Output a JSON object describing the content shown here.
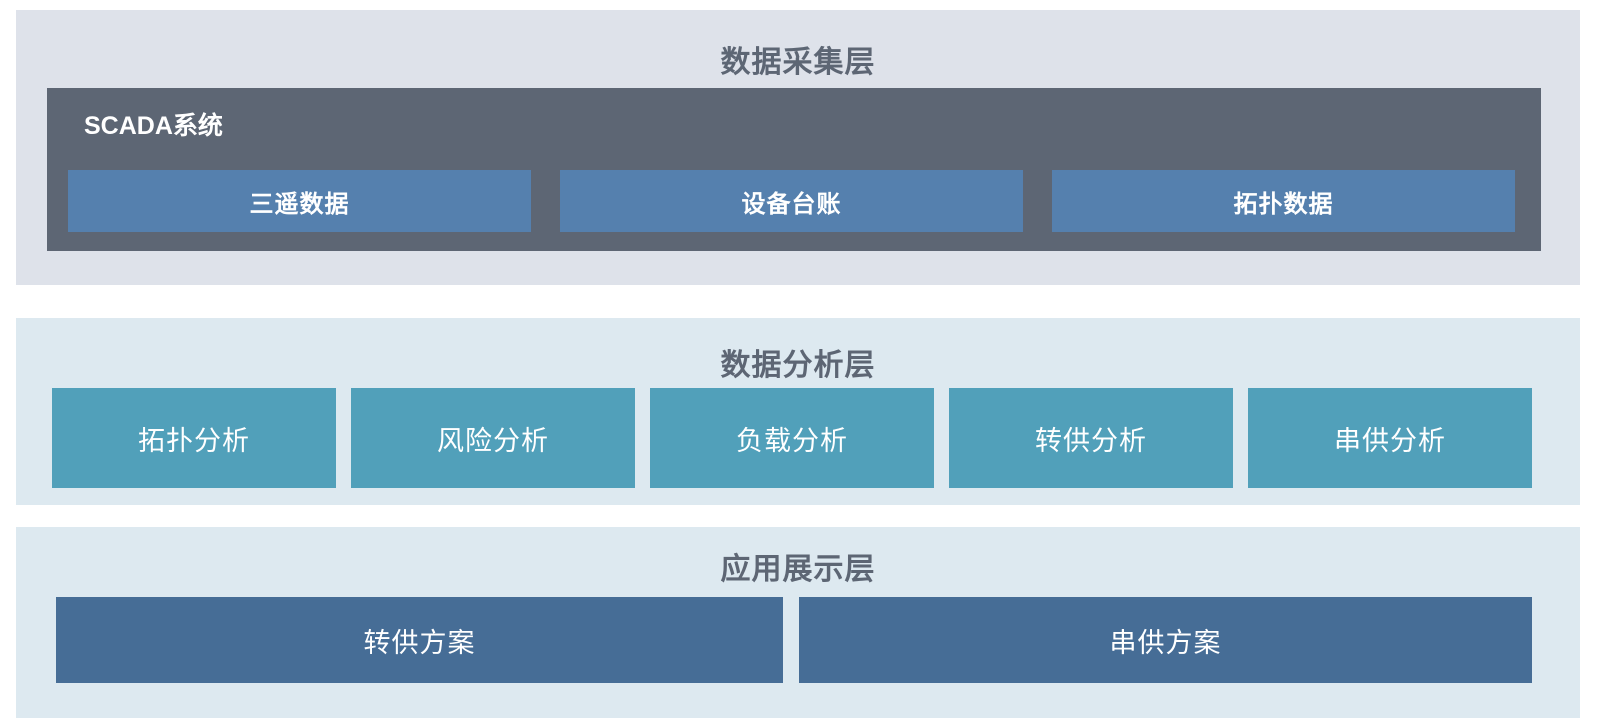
{
  "diagram": {
    "title_semantic": "power-grid-system-architecture",
    "colors": {
      "layer_acquisition_bg": "#dee2ea",
      "layer_analysis_bg": "#dde9f0",
      "layer_presentation_bg": "#dde9f0",
      "layer_title_text": "#5d6674",
      "scada_panel_bg": "#5d6674",
      "scada_box_bg": "#5580ae",
      "analysis_box_bg": "#51a0ba",
      "presentation_box_bg": "#466d96",
      "box_text": "#ffffff",
      "page_bg": "#ffffff"
    }
  },
  "layers": {
    "acquisition": {
      "title": "数据采集层",
      "panel_label": "SCADA系统",
      "boxes": [
        {
          "label": "三遥数据"
        },
        {
          "label": "设备台账"
        },
        {
          "label": "拓扑数据"
        }
      ]
    },
    "analysis": {
      "title": "数据分析层",
      "boxes": [
        {
          "label": "拓扑分析"
        },
        {
          "label": "风险分析"
        },
        {
          "label": "负载分析"
        },
        {
          "label": "转供分析"
        },
        {
          "label": "串供分析"
        }
      ]
    },
    "presentation": {
      "title": "应用展示层",
      "boxes": [
        {
          "label": "转供方案"
        },
        {
          "label": "串供方案"
        }
      ]
    }
  }
}
